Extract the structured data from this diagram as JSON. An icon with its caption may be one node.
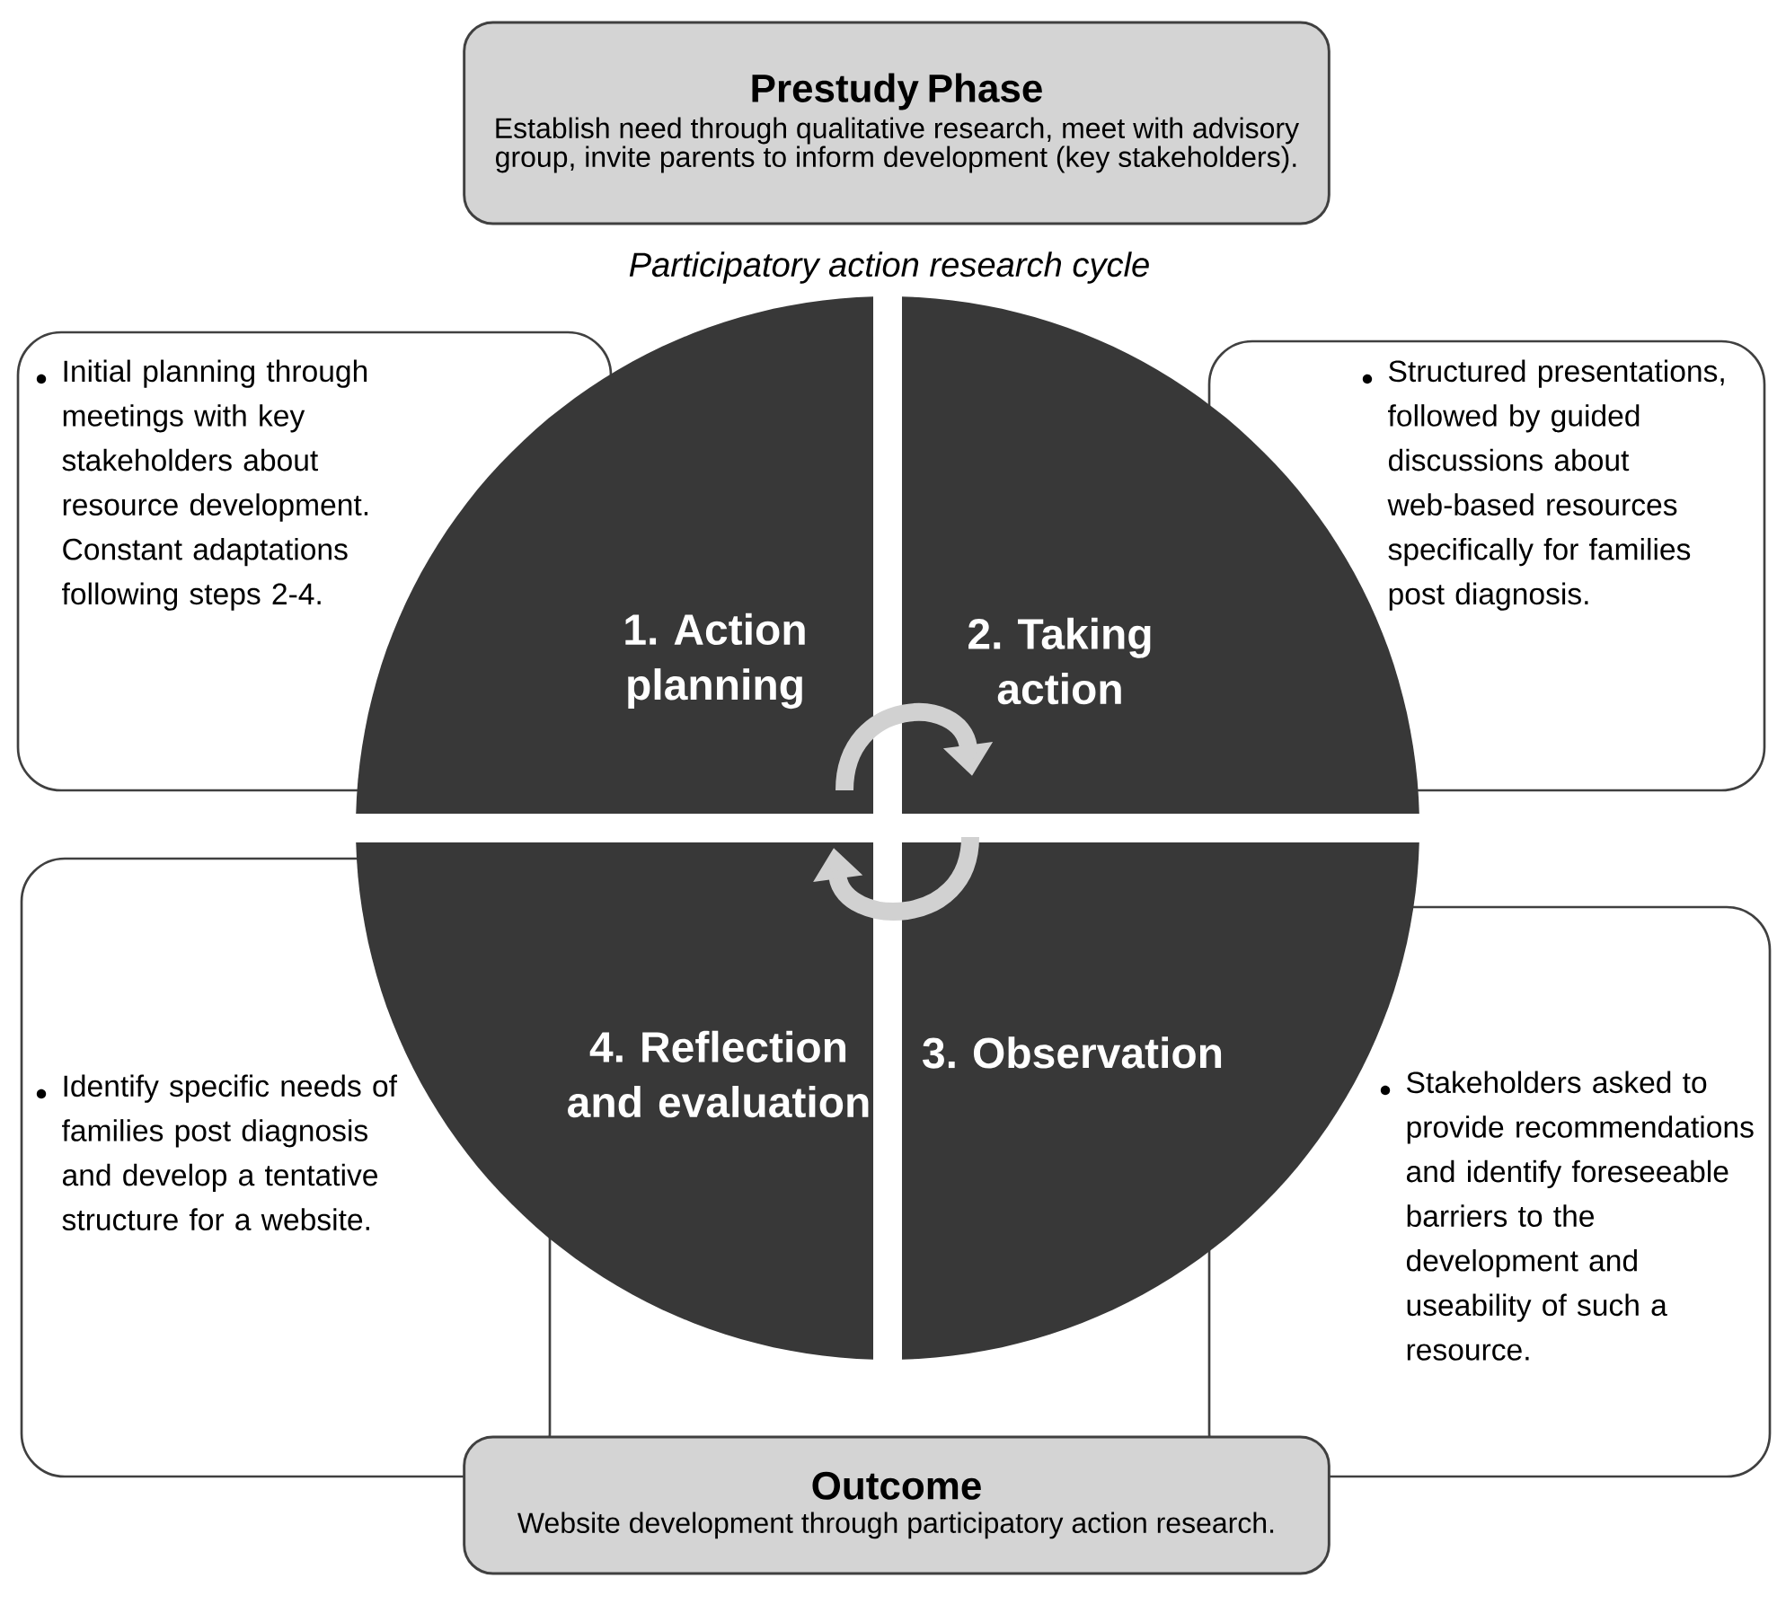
{
  "diagram": {
    "nodes": [
      {
        "text": [
          "Prestudy Phase",
          "Establish need through qualitative research, meet with advisory group, invite parents to inform development (key stakeholders)."
        ]
      },
      {
        "text": [
          "Initial planning through meetings with key stakeholders about resource development. Constant adaptations following steps 2-4."
        ]
      },
      {
        "text": [
          "1. Action planning"
        ]
      },
      {
        "text": [
          "2. Taking action"
        ]
      },
      {
        "text": [
          "Structured presentations, followed by guided discussions about web-based resources specifically for families post diagnosis."
        ]
      },
      {
        "text": [
          "Identify specific needs of families post diagnosis and develop a tentative structure for a website."
        ]
      },
      {
        "text": [
          "4. Reflection and evaluation"
        ]
      },
      {
        "text": [
          "3. Observation"
        ]
      },
      {
        "text": [
          "Stakeholders asked to provide recommendations and identify foreseeable barriers to the development and useability of such a resource."
        ]
      },
      {
        "text": [
          "Outcome",
          "Website development through participatory action research."
        ]
      }
    ],
    "edges": [
      {
        "from": 2,
        "to": 3,
        "arrow": "to"
      },
      {
        "from": 7,
        "to": 6,
        "arrow": "to"
      }
    ],
    "labels": [
      "Participatory action research cycle"
    ]
  }
}
